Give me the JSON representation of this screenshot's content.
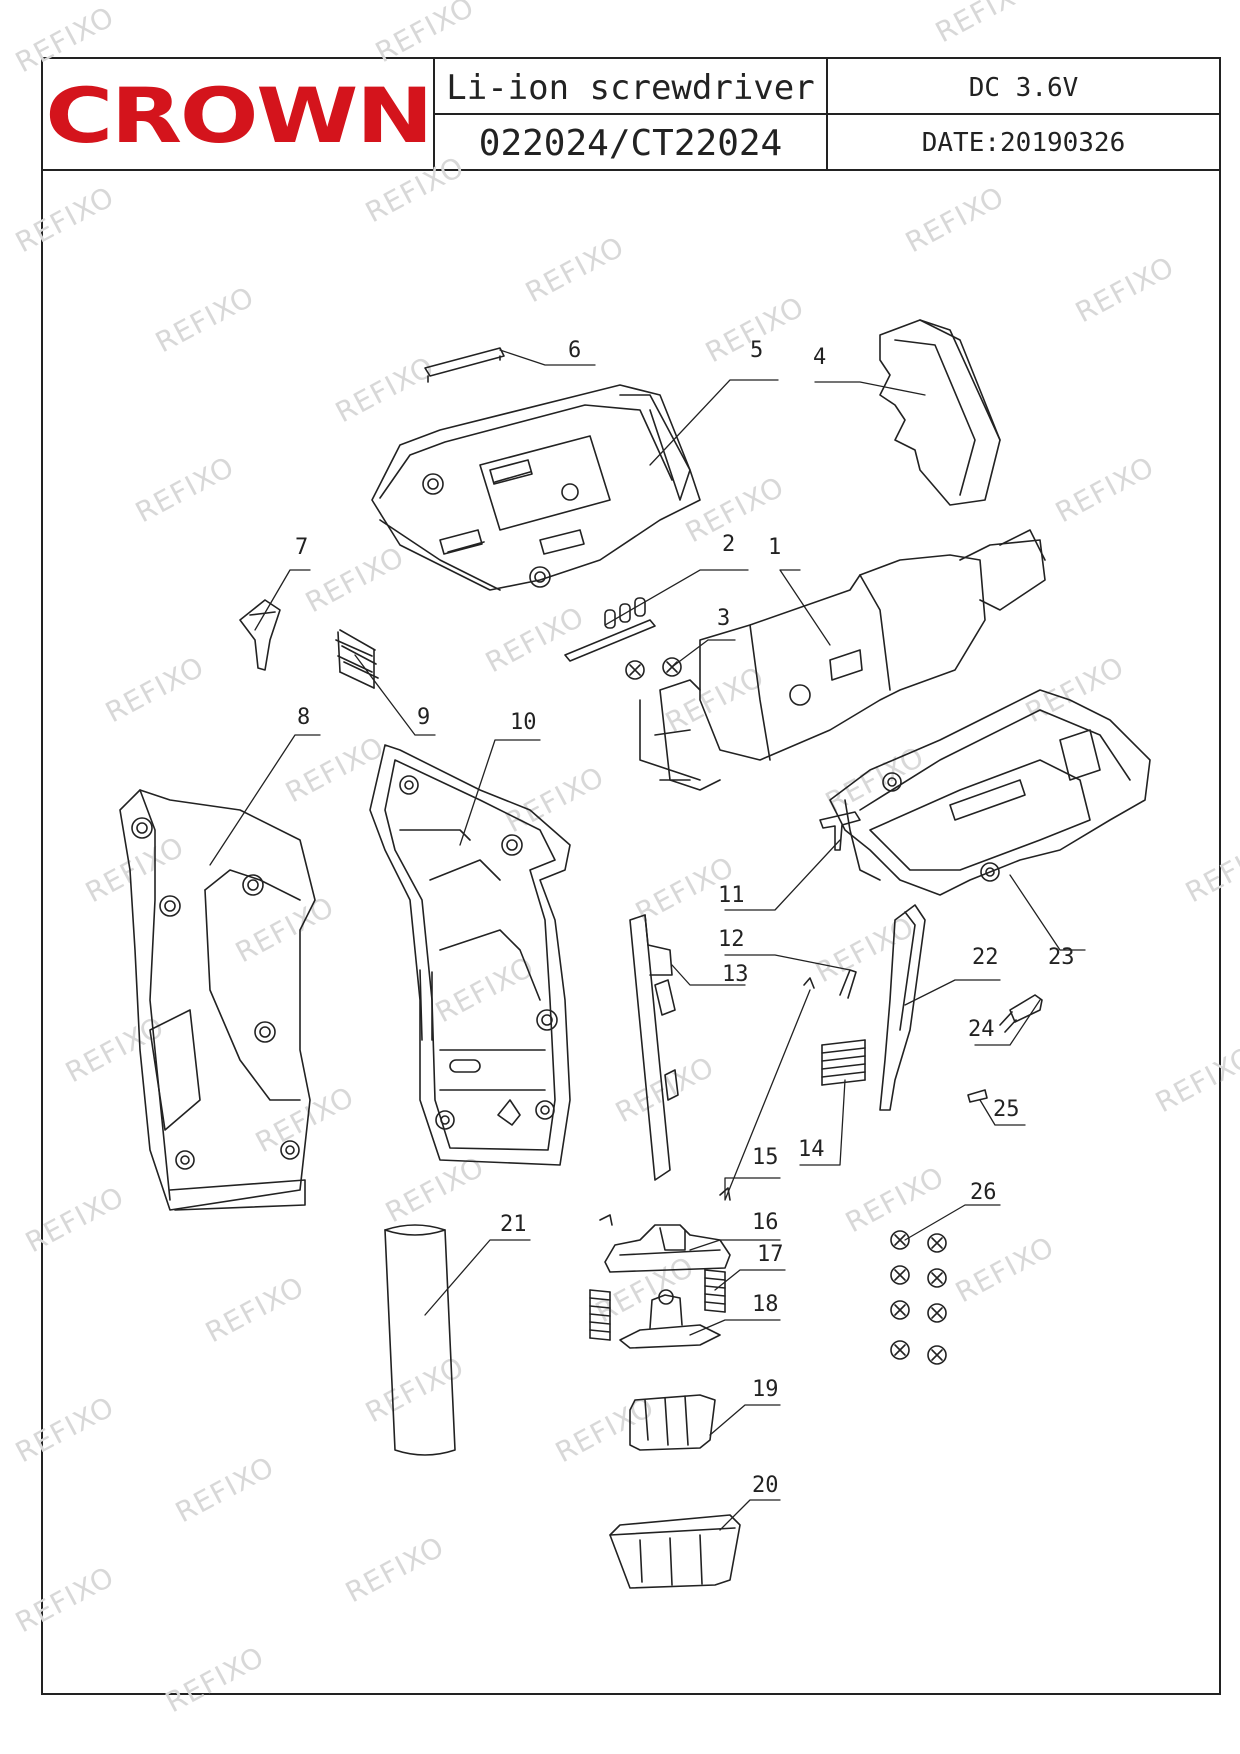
{
  "header": {
    "brand": "CROWN",
    "product_name": "Li-ion screwdriver",
    "model": "022024/CT22024",
    "voltage": "DC 3.6V",
    "date": "DATE:20190326"
  },
  "colors": {
    "brand_red": "#d4141c",
    "line": "#222222",
    "watermark": "#d8d8d8"
  },
  "parts": [
    "1",
    "2",
    "3",
    "4",
    "5",
    "6",
    "7",
    "8",
    "9",
    "10",
    "11",
    "12",
    "13",
    "14",
    "15",
    "16",
    "17",
    "18",
    "19",
    "20",
    "21",
    "22",
    "23",
    "24",
    "25",
    "26"
  ],
  "watermark": "REFIXO"
}
